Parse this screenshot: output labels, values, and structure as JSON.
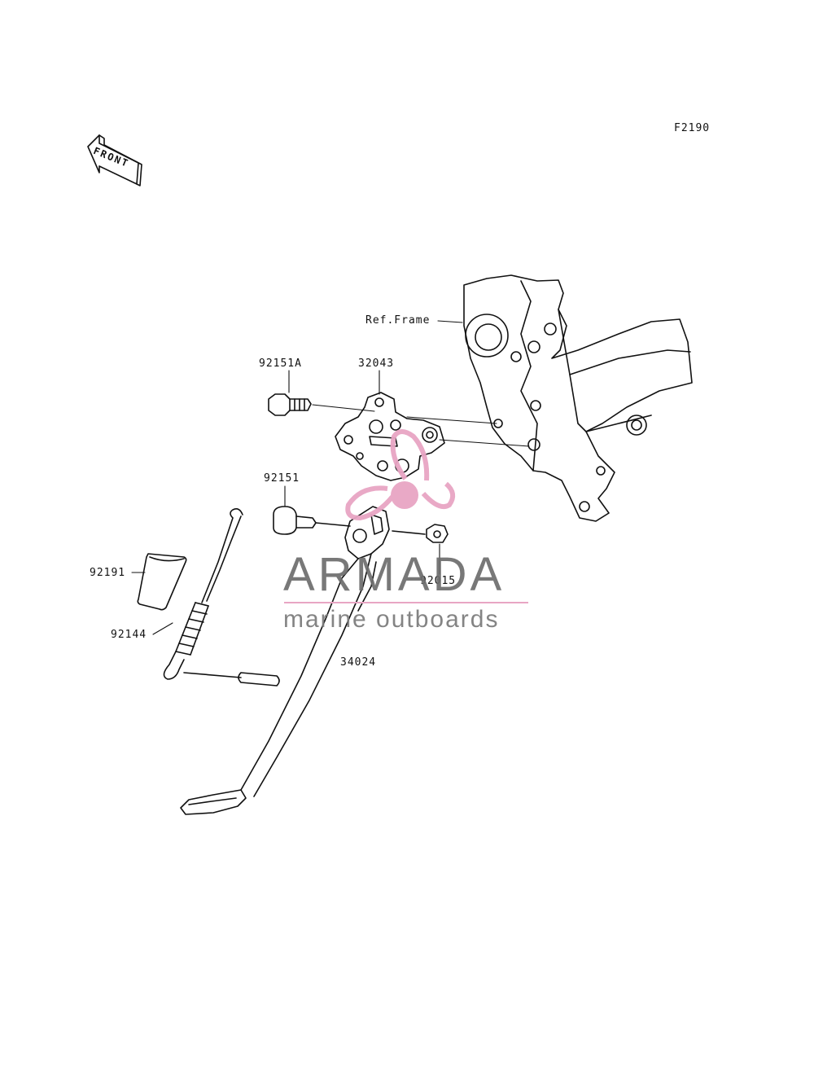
{
  "diagram_code": "F2190",
  "front_label": "FRONT",
  "parts": {
    "frame_ref": "Ref.Frame",
    "bolt_upper": "92151A",
    "bracket": "32043",
    "bolt_pivot": "92151",
    "nut": "92015",
    "spring": "92144",
    "grip": "92191",
    "side_stand": "34024"
  },
  "watermark": {
    "brand": "ARMADA",
    "tagline": "marine outboards",
    "accent_color": "#e8a5c4",
    "text_color": "#6d6d6d"
  }
}
